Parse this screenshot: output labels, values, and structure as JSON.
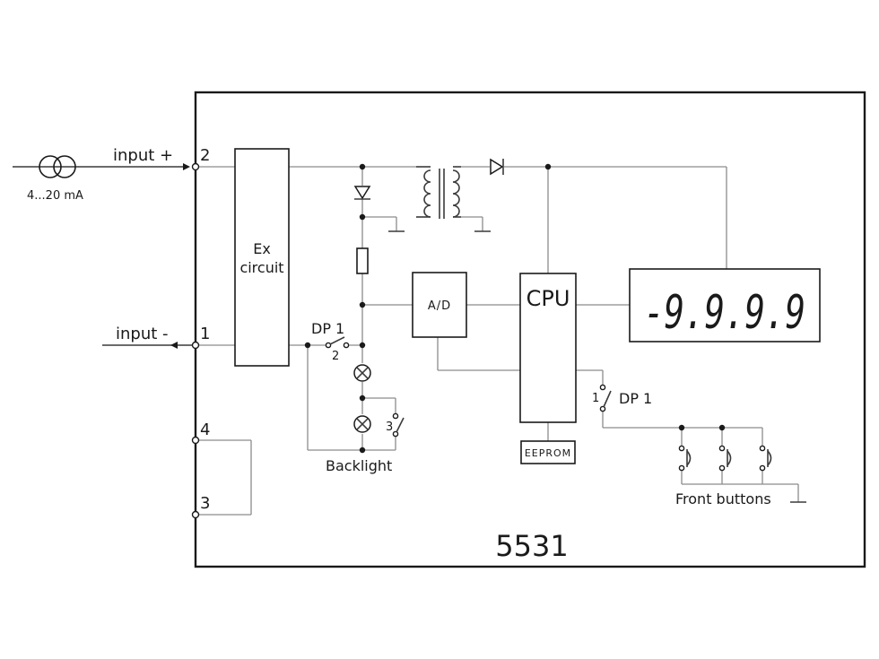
{
  "labels": {
    "source_current": "4...20 mA",
    "input_plus": "input +",
    "input_minus": "input -",
    "terminal_2": "2",
    "terminal_1": "1",
    "terminal_4": "4",
    "terminal_3": "3",
    "ex_circuit_line1": "Ex",
    "ex_circuit_line2": "circuit",
    "ad": "A/D",
    "cpu": "CPU",
    "eeprom": "EEPROM",
    "display_value": "-9.9.9.9",
    "dp1_left": "DP 1",
    "dp1_left_pos": "2",
    "dp1_right": "DP 1",
    "dp1_right_pos": "1",
    "backlight_switch_pos": "3",
    "backlight": "Backlight",
    "front_buttons": "Front buttons",
    "model": "5531"
  }
}
